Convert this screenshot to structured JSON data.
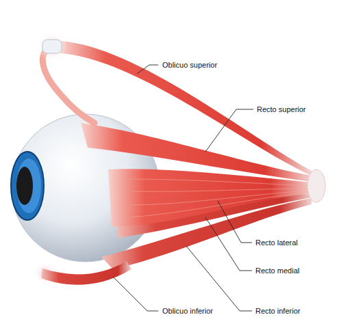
{
  "diagram": {
    "labels": [
      "Oblicuo superior",
      "Recto superior",
      "Recto lateral",
      "Recto medial",
      "Oblicuo inferior",
      "Recto inferior"
    ]
  }
}
